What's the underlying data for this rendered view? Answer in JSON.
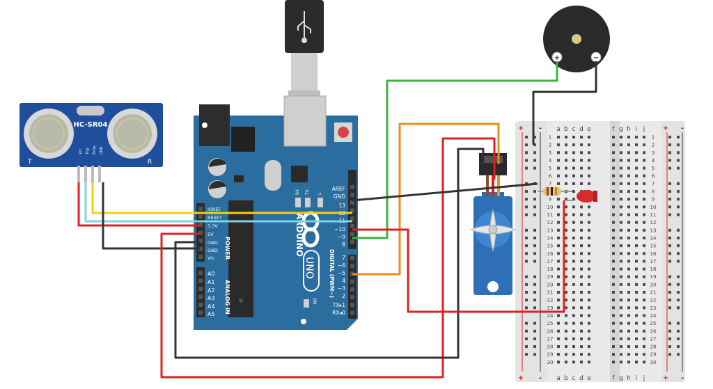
{
  "sensor": {
    "name": "HC-SR04",
    "pins": [
      "Vcc",
      "Trig",
      "Echo",
      "GND"
    ],
    "corner_left": "T",
    "corner_right": "R"
  },
  "arduino": {
    "logo": "ARDUINO",
    "model": "UNO",
    "power_header": [
      "IOREF",
      "RESET",
      "3.3V",
      "5V",
      "GND",
      "GND",
      "Vin"
    ],
    "power_label": "POWER",
    "analog_header": [
      "A0",
      "A1",
      "A2",
      "A3",
      "A4",
      "A5"
    ],
    "analog_label": "ANALOG IN",
    "digital_top": [
      "AREF",
      "GND",
      "13",
      "12",
      "~11",
      "~10",
      "~9",
      "8"
    ],
    "digital_bottom": [
      "7",
      "~6",
      "~5",
      "4",
      "~3",
      "2",
      "TX▸1",
      "RX◂0"
    ],
    "digital_label": "DIGITAL (PWM~)",
    "led_rx": "RX",
    "led_tx": "TX",
    "led_l": "L",
    "on_label": "ON"
  },
  "breadboard": {
    "columns_left": [
      "a",
      "b",
      "c",
      "d",
      "e"
    ],
    "columns_right": [
      "f",
      "g",
      "h",
      "i",
      "j"
    ],
    "rows": [
      "1",
      "2",
      "3",
      "4",
      "5",
      "6",
      "7",
      "8",
      "9",
      "10",
      "11",
      "12",
      "13",
      "14",
      "15",
      "16",
      "17",
      "18",
      "19",
      "20",
      "21",
      "22",
      "23",
      "24",
      "25",
      "26",
      "27",
      "28",
      "29",
      "30"
    ],
    "plus": "+",
    "minus": "-"
  },
  "buzzer": {
    "plus": "+",
    "minus": "−"
  },
  "colors": {
    "board": "#2a6d9e",
    "sensor": "#1f4f9c",
    "wire_red": "#e02020",
    "wire_black": "#333333",
    "wire_yellow": "#f2d20f",
    "wire_cyan": "#7fd3e6",
    "wire_green": "#3db33d",
    "wire_orange": "#f08c1a",
    "servo": "#2f6fb7"
  }
}
